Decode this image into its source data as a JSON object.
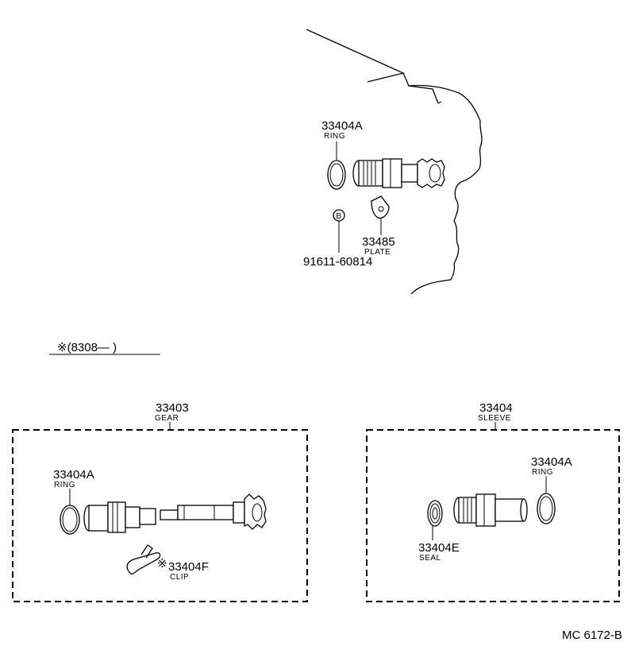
{
  "top_assembly": {
    "ring": {
      "part_number": "33404A",
      "label": "RING"
    },
    "plate": {
      "part_number": "33485",
      "label": "PLATE"
    },
    "bolt": {
      "symbol": "B",
      "part_number": "91611-60814"
    }
  },
  "date_note": "※(8308—        )",
  "gear_box": {
    "part_number": "33403",
    "label": "GEAR",
    "ring": {
      "part_number": "33404A",
      "label": "RING"
    },
    "clip": {
      "mark": "※",
      "part_number": "33404F",
      "label": "CLIP"
    }
  },
  "sleeve_box": {
    "part_number": "33404",
    "label": "SLEEVE",
    "ring": {
      "part_number": "33404A",
      "label": "RING"
    },
    "seal": {
      "part_number": "33404E",
      "label": "SEAL"
    }
  },
  "drawing_code": "MC 6172-B"
}
